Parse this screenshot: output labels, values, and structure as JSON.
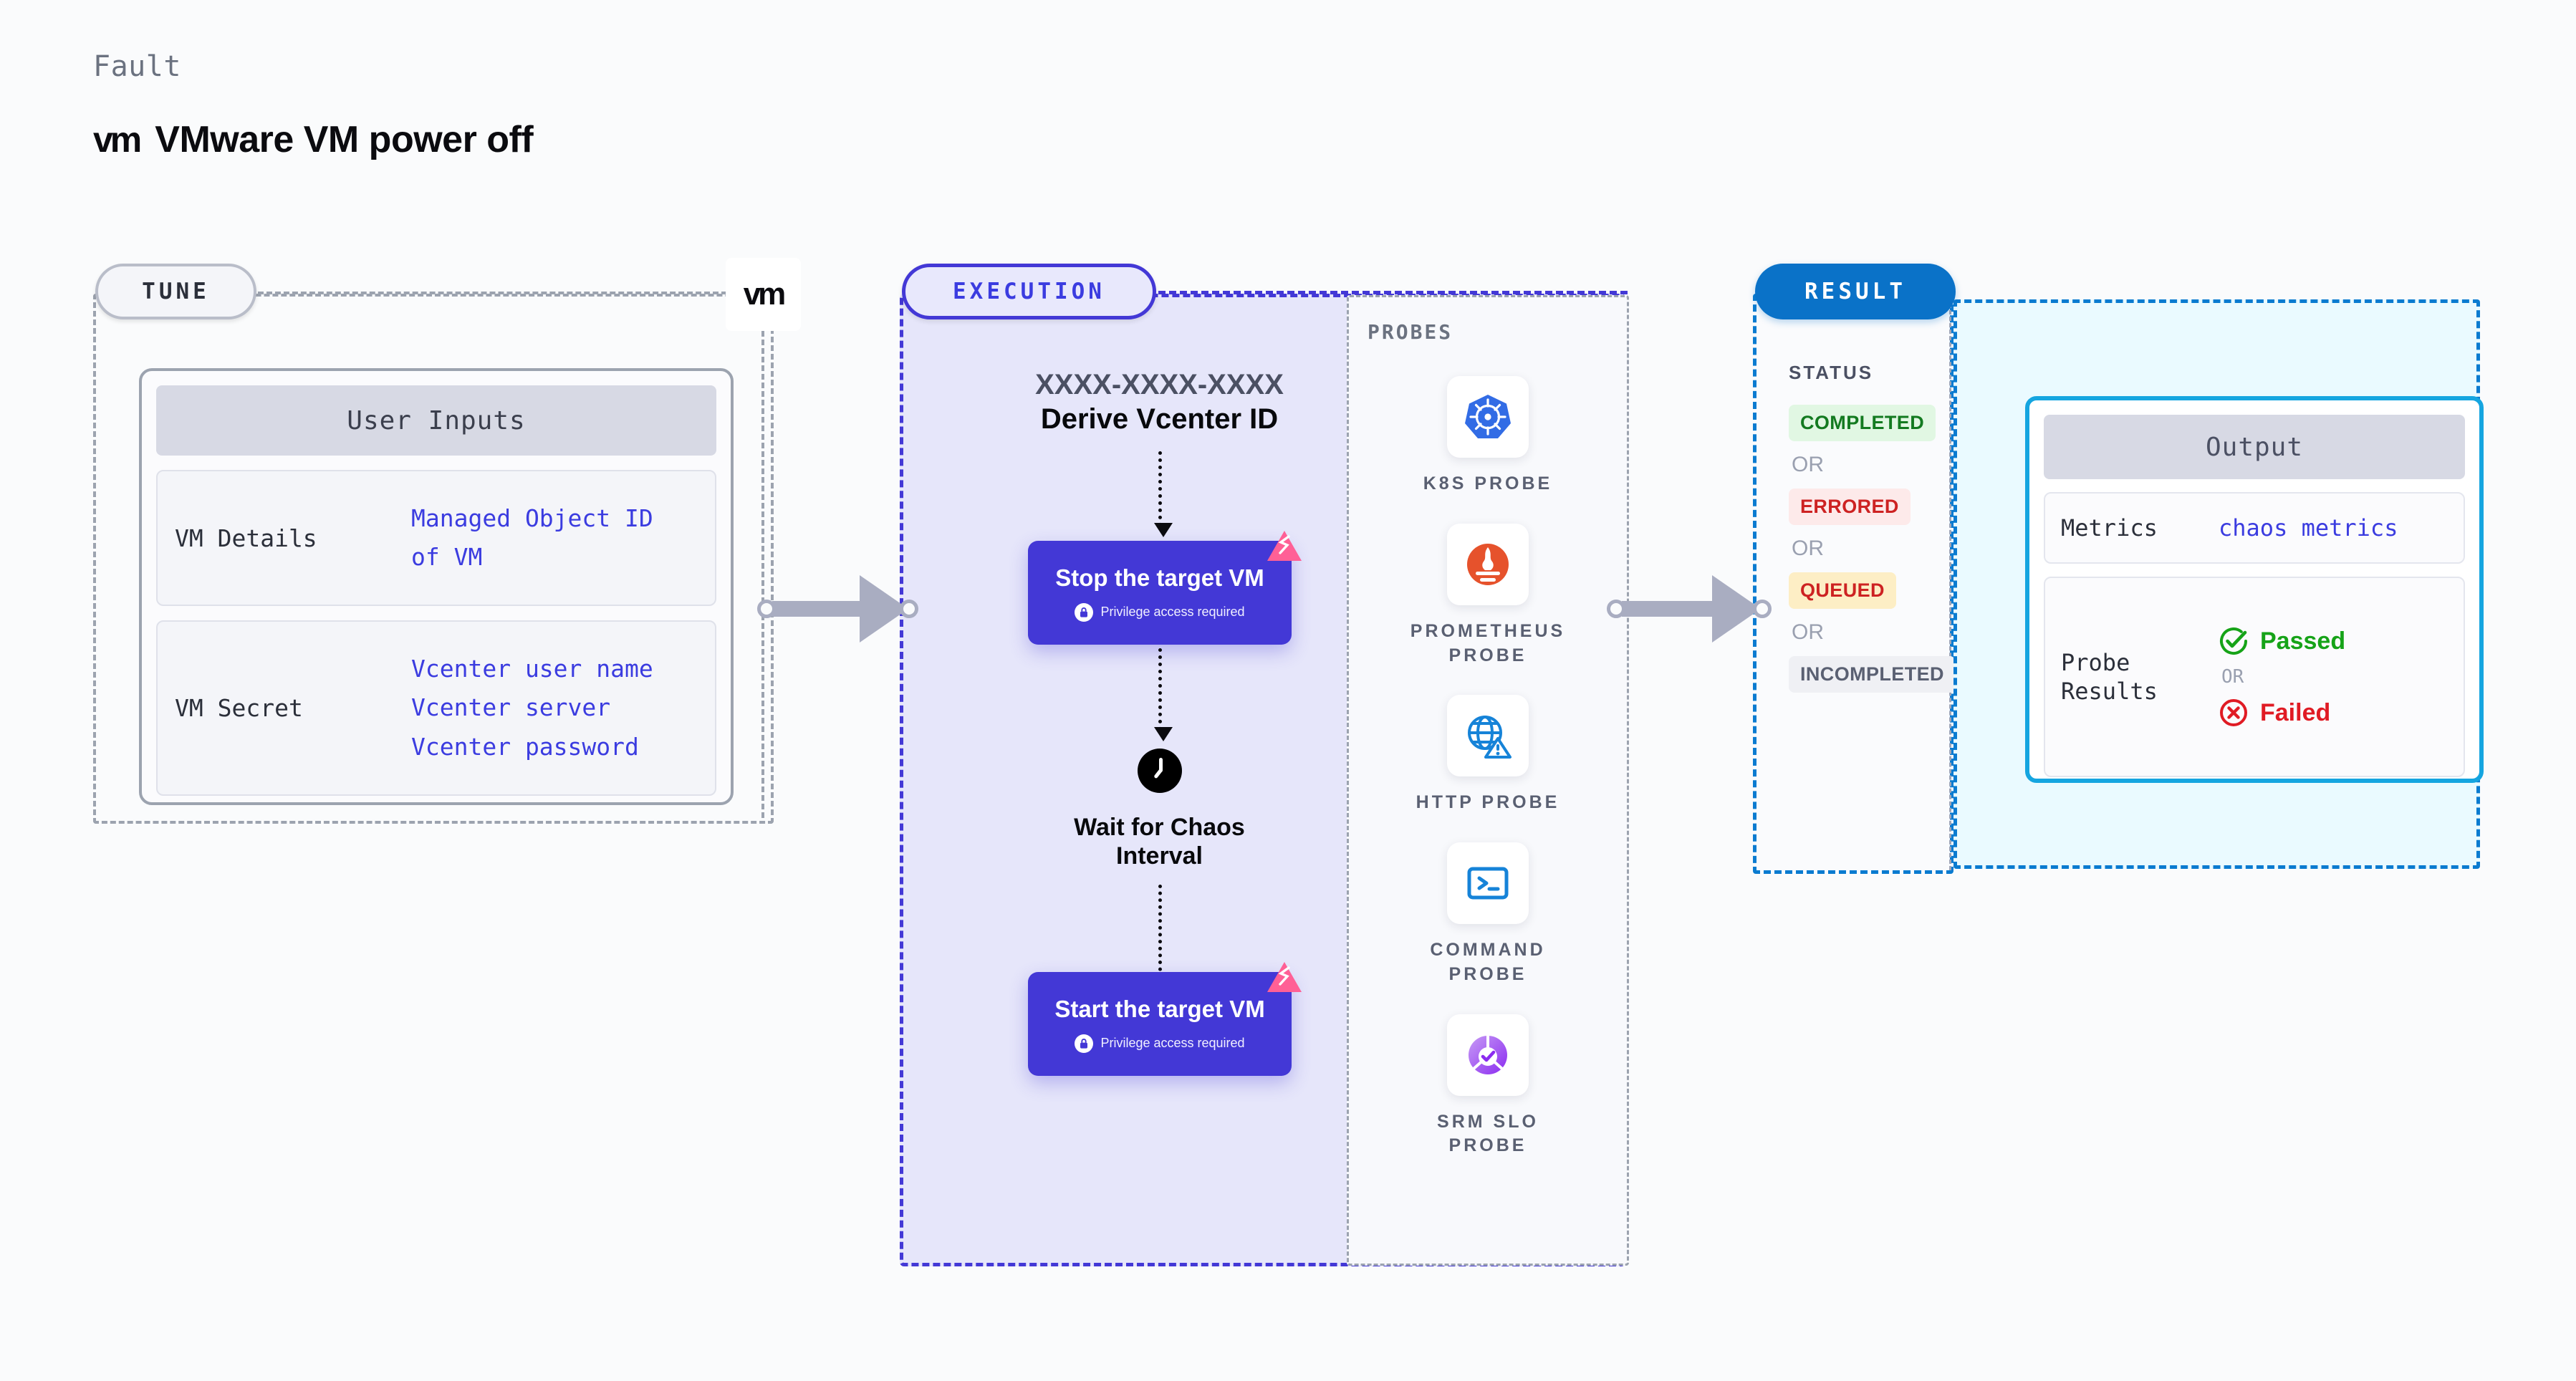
{
  "header": {
    "kicker": "Fault",
    "logo_text": "vm",
    "title": "VMware VM power off"
  },
  "tune": {
    "pill_label": "TUNE",
    "badge_logo": "vm",
    "card_title": "User Inputs",
    "rows": [
      {
        "key": "VM Details",
        "values": [
          "Managed Object ID",
          "of VM"
        ]
      },
      {
        "key": "VM Secret",
        "values": [
          "Vcenter user name",
          "Vcenter server",
          "Vcenter password"
        ]
      }
    ]
  },
  "execution": {
    "pill_label": "EXECUTION",
    "chaos_id": "XXXX-XXXX-XXXX",
    "derive_label": "Derive Vcenter ID",
    "step_stop": {
      "title": "Stop the target VM",
      "note": "Privilege access required"
    },
    "wait_label_line1": "Wait for Chaos",
    "wait_label_line2": "Interval",
    "step_start": {
      "title": "Start the target VM",
      "note": "Privilege access required"
    }
  },
  "probes": {
    "section_label": "PROBES",
    "items": [
      {
        "icon": "kubernetes-icon",
        "name": "K8S PROBE"
      },
      {
        "icon": "prometheus-icon",
        "name": "PROMETHEUS PROBE"
      },
      {
        "icon": "http-globe-warning-icon",
        "name": "HTTP PROBE"
      },
      {
        "icon": "command-terminal-icon",
        "name": "COMMAND PROBE"
      },
      {
        "icon": "srm-slo-icon",
        "name": "SRM SLO PROBE"
      }
    ]
  },
  "result": {
    "pill_label": "RESULT",
    "status_label": "STATUS",
    "or_label": "OR",
    "statuses": [
      {
        "label": "COMPLETED",
        "bg": "#e1f7e3",
        "fg": "#137a20"
      },
      {
        "label": "ERRORED",
        "bg": "#fdeaea",
        "fg": "#cd2222"
      },
      {
        "label": "QUEUED",
        "bg": "#fdeec5",
        "fg": "#cd2222"
      },
      {
        "label": "INCOMPLETED",
        "bg": "#eff0f4",
        "fg": "#5a6072"
      }
    ]
  },
  "output": {
    "card_title": "Output",
    "metrics_key": "Metrics",
    "metrics_value": "chaos metrics",
    "probe_key_line1": "Probe",
    "probe_key_line2": "Results",
    "passed_label": "Passed",
    "failed_label": "Failed",
    "or_label": "OR"
  },
  "colors": {
    "accent_indigo": "#4338d6",
    "accent_blue": "#0a72c8",
    "accent_cyan": "#15a5e0",
    "link_blue": "#3b3ce0",
    "pass_green": "#16a318",
    "fail_red": "#e01b24",
    "litmus_pink": "#ff6096"
  }
}
